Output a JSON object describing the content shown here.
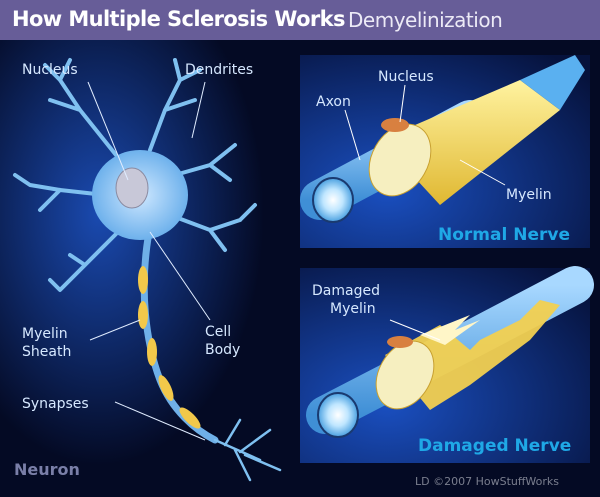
{
  "header": {
    "title": "How Multiple Sclerosis Works",
    "subtitle": "Demyelinization"
  },
  "neuron": {
    "caption": "Neuron",
    "labels": {
      "nucleus": "Nucleus",
      "dendrites": "Dendrites",
      "cell_body_1": "Cell",
      "cell_body_2": "Body",
      "myelin_sheath_1": "Myelin",
      "myelin_sheath_2": "Sheath",
      "synapses": "Synapses"
    }
  },
  "normal_nerve": {
    "caption": "Normal Nerve",
    "labels": {
      "axon": "Axon",
      "nucleus": "Nucleus",
      "myelin": "Myelin"
    }
  },
  "damaged_nerve": {
    "caption": "Damaged Nerve",
    "labels": {
      "damaged_myelin_1": "Damaged",
      "damaged_myelin_2": "Myelin"
    }
  },
  "footer": {
    "credit": "LD ©2007 HowStuffWorks"
  },
  "colors": {
    "header": "#675d98",
    "background": "#040a24",
    "caption": "#1fa8e6",
    "myelin": "#f2d84a",
    "neuron": "#7fc0f0"
  }
}
